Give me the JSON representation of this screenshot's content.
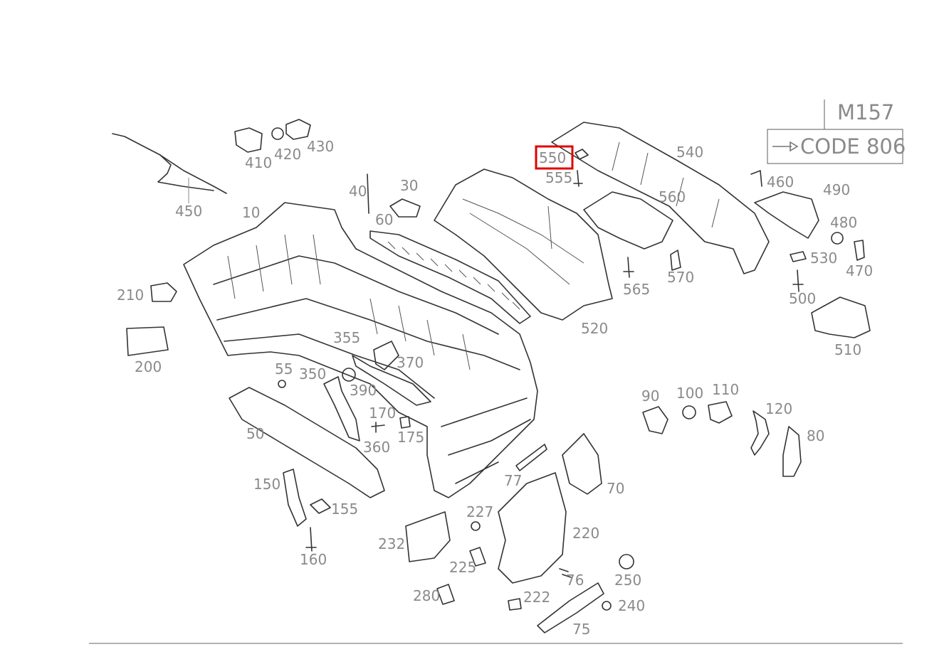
{
  "diagram": {
    "model_code": "M157",
    "option_code": "CODE 806",
    "option_arrow_icon": "arrow-right-icon",
    "highlighted_part": "550",
    "accent_color": "#e00000",
    "line_color": "#333333",
    "label_color": "#8a8a8a"
  },
  "part_labels": [
    "410",
    "420",
    "430",
    "450",
    "10",
    "40",
    "30",
    "60",
    "550",
    "555",
    "540",
    "560",
    "460",
    "490",
    "480",
    "530",
    "470",
    "500",
    "510",
    "520",
    "565",
    "570",
    "210",
    "200",
    "355",
    "370",
    "55",
    "350",
    "390",
    "170",
    "175",
    "360",
    "50",
    "90",
    "100",
    "110",
    "120",
    "80",
    "150",
    "155",
    "160",
    "77",
    "70",
    "227",
    "220",
    "232",
    "225",
    "280",
    "222",
    "76",
    "250",
    "240",
    "75"
  ]
}
